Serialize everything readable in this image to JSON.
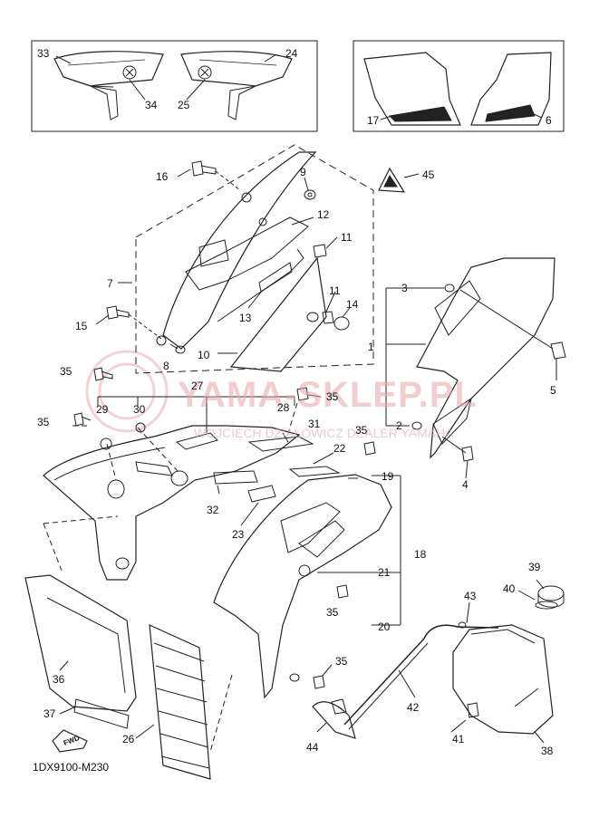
{
  "diagram": {
    "catalog_code": "1DX9100-M230",
    "fwd_label": "FWD",
    "watermark": {
      "brand": "YAMA-SKLEP.PL",
      "tagline": "WOJCIECH DZIAŁOWICZ DEALER YAMAHA"
    },
    "labels": {
      "n1": "1",
      "n2": "2",
      "n3": "3",
      "n4": "4",
      "n5": "5",
      "n6": "6",
      "n7": "7",
      "n8": "8",
      "n9": "9",
      "n10": "10",
      "n11a": "11",
      "n11b": "11",
      "n12": "12",
      "n13": "13",
      "n14": "14",
      "n15": "15",
      "n16": "16",
      "n17": "17",
      "n18": "18",
      "n19": "19",
      "n20": "20",
      "n21": "21",
      "n22": "22",
      "n23": "23",
      "n24": "24",
      "n25": "25",
      "n26": "26",
      "n27": "27",
      "n28": "28",
      "n29": "29",
      "n30": "30",
      "n31": "31",
      "n32": "32",
      "n33": "33",
      "n34": "34",
      "n35a": "35",
      "n35b": "35",
      "n35c": "35",
      "n35d": "35",
      "n35e": "35",
      "n35f": "35",
      "n36": "36",
      "n37": "37",
      "n38": "38",
      "n39": "39",
      "n40": "40",
      "n41": "41",
      "n42": "42",
      "n43": "43",
      "n44": "44",
      "n45": "45"
    }
  }
}
